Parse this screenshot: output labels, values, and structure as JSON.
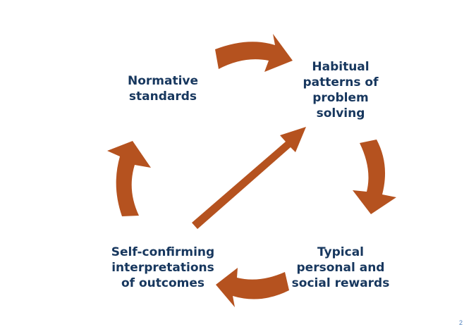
{
  "diagram": {
    "colors": {
      "arrow": "#b5521f",
      "text": "#17375e",
      "page_number": "#4f81bd"
    },
    "nodes": {
      "normative": [
        "Normative",
        "standards"
      ],
      "habitual": [
        "Habitual",
        "patterns of",
        "problem",
        "solving"
      ],
      "typical": [
        "Typical",
        "personal and",
        "social rewards"
      ],
      "self_confirming": [
        "Self-confirming",
        "interpretations",
        "of outcomes"
      ]
    },
    "edges": [
      {
        "from": "normative",
        "to": "habitual"
      },
      {
        "from": "habitual",
        "to": "typical"
      },
      {
        "from": "typical",
        "to": "self_confirming"
      },
      {
        "from": "self_confirming",
        "to": "normative"
      },
      {
        "from": "self_confirming",
        "to": "habitual"
      }
    ]
  },
  "slide": {
    "page_number": "2"
  }
}
